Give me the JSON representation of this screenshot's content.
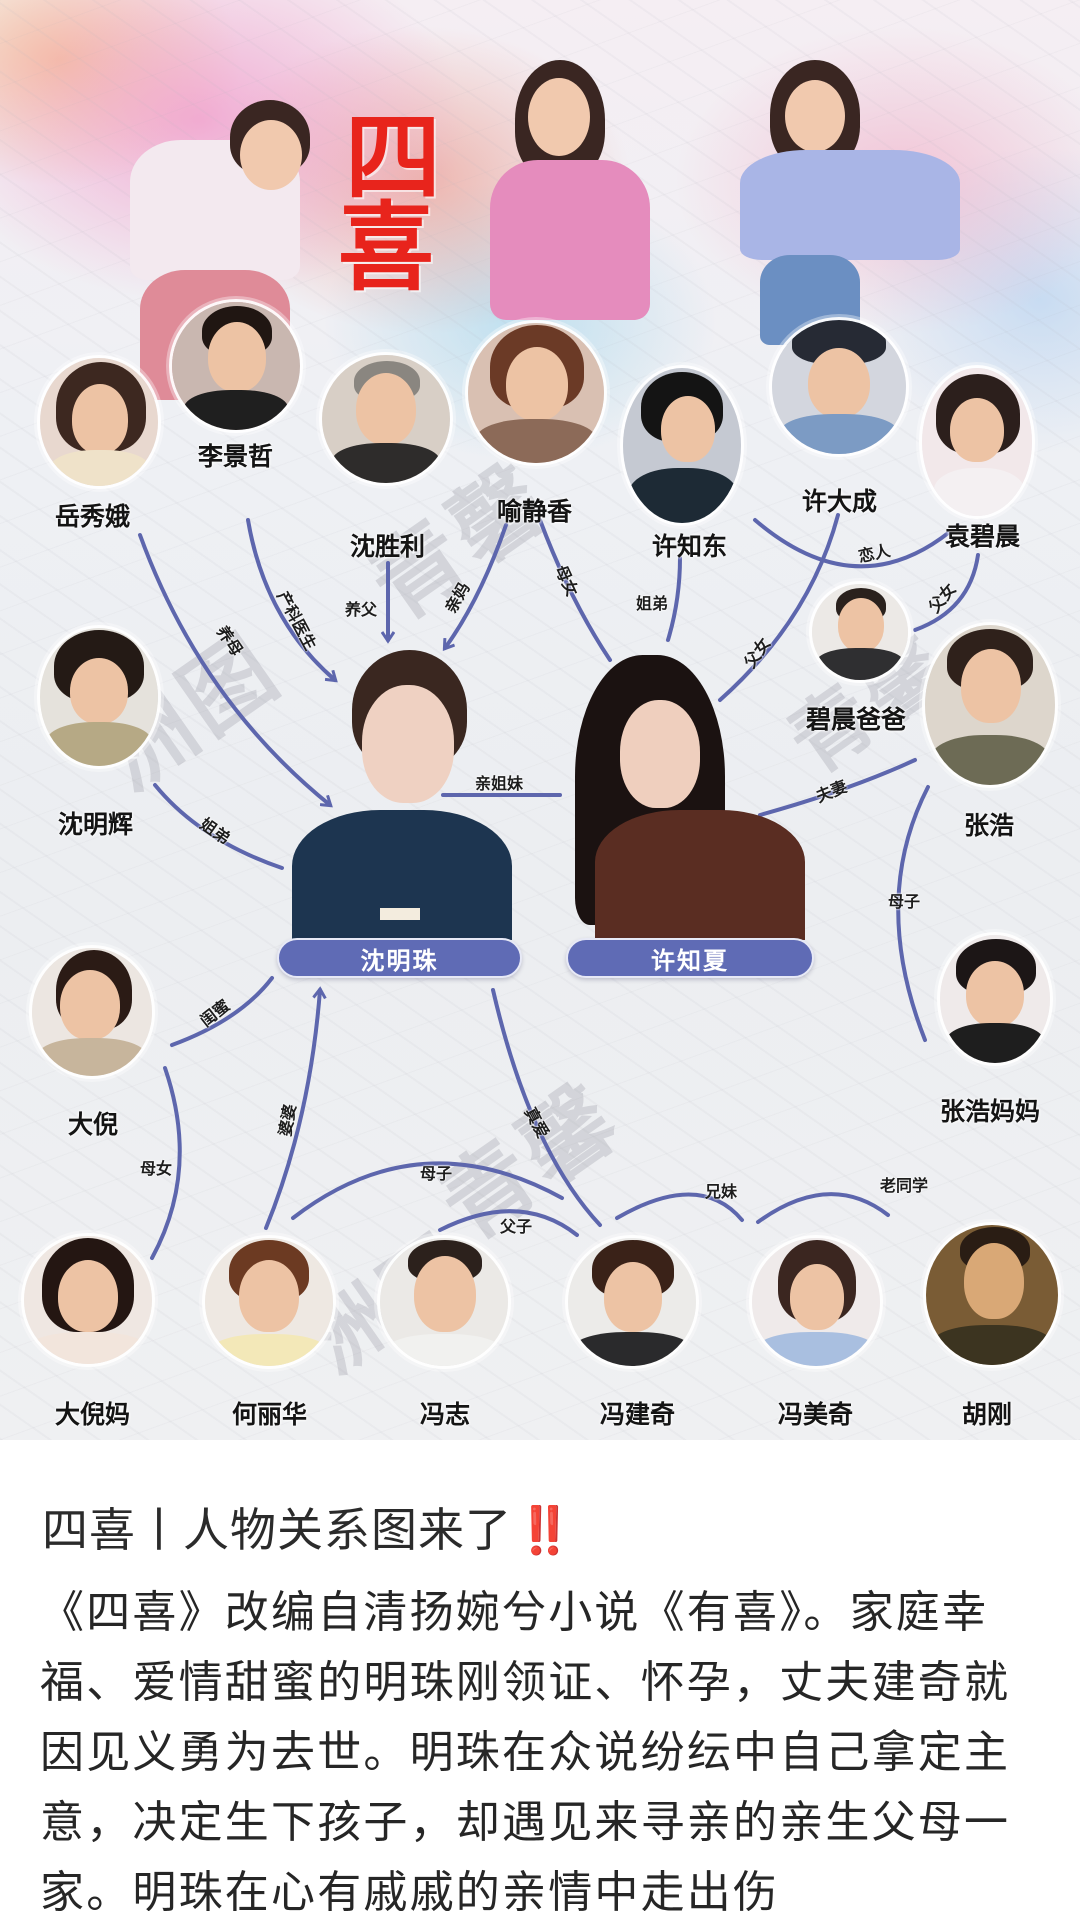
{
  "poster": {
    "title": [
      "四",
      "喜"
    ],
    "watermarks": [
      "洲图",
      "青馨"
    ],
    "accent_color": "#5f6bb5",
    "title_color": "#e8241c"
  },
  "main_characters": [
    {
      "id": "shenmingzhu",
      "name": "沈明珠"
    },
    {
      "id": "xuzhixia",
      "name": "许知夏"
    }
  ],
  "characters": [
    {
      "id": "yuexiue",
      "name": "岳秀娥"
    },
    {
      "id": "lijingzhe",
      "name": "李景哲"
    },
    {
      "id": "shenshengli",
      "name": "沈胜利"
    },
    {
      "id": "yujingxiang",
      "name": "喻静香"
    },
    {
      "id": "xuzhidong",
      "name": "许知东"
    },
    {
      "id": "xudacheng",
      "name": "许大成"
    },
    {
      "id": "yuanbichen",
      "name": "袁碧晨"
    },
    {
      "id": "shenminghui",
      "name": "沈明辉"
    },
    {
      "id": "bichenbaba",
      "name": "碧晨爸爸"
    },
    {
      "id": "zhanghao",
      "name": "张浩"
    },
    {
      "id": "dani",
      "name": "大倪"
    },
    {
      "id": "zhanghaomama",
      "name": "张浩妈妈"
    },
    {
      "id": "danima",
      "name": "大倪妈"
    },
    {
      "id": "helihua",
      "name": "何丽华"
    },
    {
      "id": "fengzhi",
      "name": "冯志"
    },
    {
      "id": "fengjianqi",
      "name": "冯建奇"
    },
    {
      "id": "fengmeiqi",
      "name": "冯美奇"
    },
    {
      "id": "hugang",
      "name": "胡刚"
    }
  ],
  "relations": [
    {
      "from": "岳秀娥",
      "to": "沈明珠",
      "label": "养母"
    },
    {
      "from": "李景哲",
      "to": "沈明珠",
      "label": "产科医生"
    },
    {
      "from": "沈胜利",
      "to": "沈明珠",
      "label": "养父"
    },
    {
      "from": "喻静香",
      "to": "沈明珠",
      "label": "亲妈"
    },
    {
      "from": "喻静香",
      "to": "许知夏",
      "label": "母女"
    },
    {
      "from": "许知东",
      "to": "许知夏",
      "label": "姐弟"
    },
    {
      "from": "许大成",
      "to": "许知夏",
      "label": "父女"
    },
    {
      "from": "许知东",
      "to": "袁碧晨",
      "label": "恋人"
    },
    {
      "from": "碧晨爸爸",
      "to": "袁碧晨",
      "label": "父女"
    },
    {
      "from": "沈明珠",
      "to": "许知夏",
      "label": "亲姐妹"
    },
    {
      "from": "沈明辉",
      "to": "沈明珠",
      "label": "姐弟"
    },
    {
      "from": "张浩",
      "to": "许知夏",
      "label": "夫妻"
    },
    {
      "from": "张浩",
      "to": "张浩妈妈",
      "label": "母子"
    },
    {
      "from": "大倪",
      "to": "沈明珠",
      "label": "闺蜜"
    },
    {
      "from": "大倪",
      "to": "大倪妈",
      "label": "母女"
    },
    {
      "from": "何丽华",
      "to": "沈明珠",
      "label": "婆婆"
    },
    {
      "from": "沈明珠",
      "to": "冯建奇",
      "label": "真爱"
    },
    {
      "from": "何丽华",
      "to": "冯建奇",
      "label": "母子"
    },
    {
      "from": "冯志",
      "to": "冯建奇",
      "label": "父子"
    },
    {
      "from": "冯建奇",
      "to": "冯美奇",
      "label": "兄妹"
    },
    {
      "from": "冯美奇",
      "to": "胡刚",
      "label": "老同学"
    }
  ],
  "caption": {
    "title": "四喜丨人物关系图来了",
    "title_emoji": "‼️",
    "body": "《四喜》改编自清扬婉兮小说《有喜》。家庭幸福、爱情甜蜜的明珠刚领证、怀孕，丈夫建奇就因见义勇为去世。明珠在众说纷纭中自己拿定主意，决定生下孩子，却遇见来寻亲的亲生父母一家。明珠在心有戚戚的亲情中走出伤"
  }
}
